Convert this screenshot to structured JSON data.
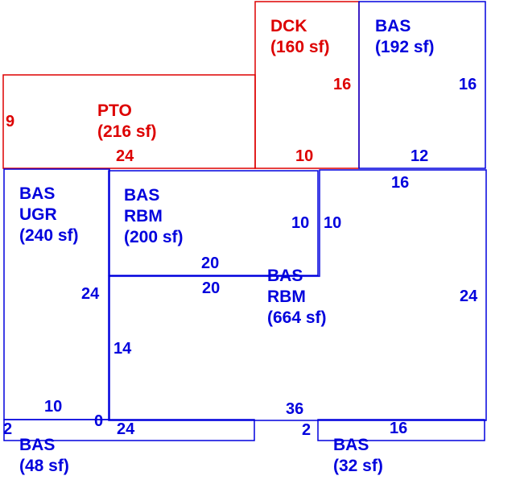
{
  "colors": {
    "blue": "#0000dd",
    "red": "#dd0000"
  },
  "areas": {
    "dck": {
      "code": "DCK",
      "area": "(160 sf)"
    },
    "bas_top": {
      "code": "BAS",
      "area": "(192 sf)"
    },
    "pto": {
      "code": "PTO",
      "area": "(216 sf)"
    },
    "bas_ugr": {
      "code": "BAS",
      "sub": "UGR",
      "area": "(240 sf)"
    },
    "bas_rbm_small": {
      "code": "BAS",
      "sub": "RBM",
      "area": "(200 sf)"
    },
    "bas_rbm_big": {
      "code": "BAS",
      "sub": "RBM",
      "area": "(664 sf)"
    },
    "bas_48": {
      "code": "BAS",
      "area": "(48 sf)"
    },
    "bas_32": {
      "code": "BAS",
      "area": "(32 sf)"
    }
  },
  "dimensions": {
    "dck_side": "16",
    "dck_bottom": "10",
    "bas_top_side": "16",
    "bas_top_bottom": "12",
    "pto_side": "9",
    "pto_bottom": "24",
    "rbm_small_side": "10",
    "rbm_small_bottom": "20",
    "rbm_big_top": "16",
    "rbm_big_left_upper": "10",
    "rbm_big_right": "24",
    "rbm_big_step": "20",
    "rbm_big_left": "14",
    "rbm_big_bottom": "36",
    "ugr_side": "24",
    "ugr_bottom": "10",
    "ugr_corner": "0",
    "bas48_side": "2",
    "bas48_top": "24",
    "bas32_side": "2",
    "bas32_top": "16"
  }
}
